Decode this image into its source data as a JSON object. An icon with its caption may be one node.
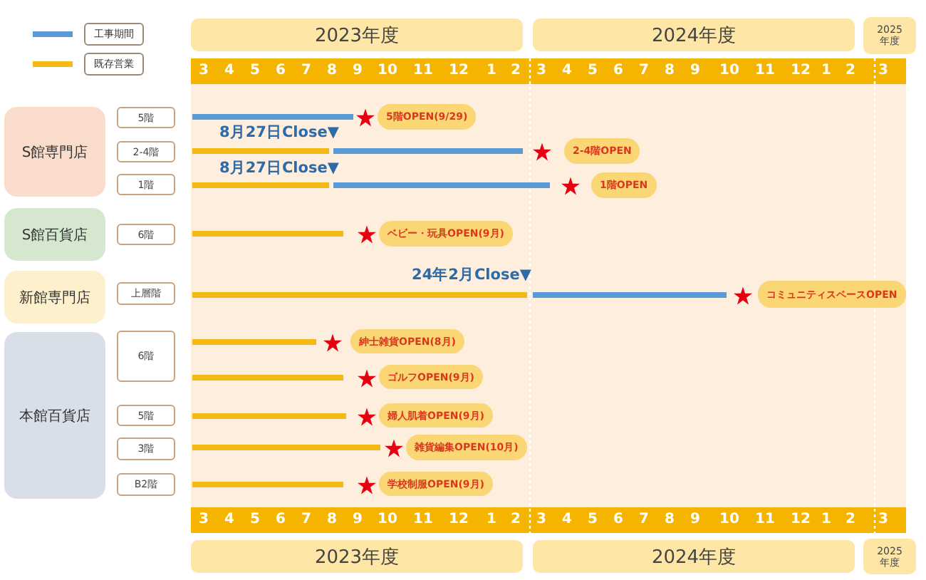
{
  "diagram": {
    "nodes": [
      {
        "text": [
          "2023年度"
        ]
      },
      {
        "text": [
          "2024年度"
        ]
      },
      {
        "text": [
          "2025年度"
        ]
      },
      {
        "text": [
          "S館専門店"
        ]
      },
      {
        "text": [
          "5階"
        ]
      },
      {
        "text": [
          "5階OPEN(9/29)"
        ]
      },
      {
        "text": [
          "2-4階"
        ]
      },
      {
        "text": [
          "2-4階OPEN"
        ]
      },
      {
        "text": [
          "1階"
        ]
      },
      {
        "text": [
          "1階OPEN"
        ]
      },
      {
        "text": [
          "S館百貨店"
        ]
      },
      {
        "text": [
          "6階"
        ]
      },
      {
        "text": [
          "ベビー・玩具OPEN(9月)"
        ]
      },
      {
        "text": [
          "新館専門店"
        ]
      },
      {
        "text": [
          "上層階"
        ]
      },
      {
        "text": [
          "コミュニティスペースOPEN"
        ]
      },
      {
        "text": [
          "本館百貨店"
        ]
      },
      {
        "text": [
          "6階"
        ]
      },
      {
        "text": [
          "紳士雑貨OPEN(8月)"
        ]
      },
      {
        "text": [
          "ゴルフOPEN(9月)"
        ]
      },
      {
        "text": [
          "5階"
        ]
      },
      {
        "text": [
          "婦人肌着OPEN(9月)"
        ]
      },
      {
        "text": [
          "3階"
        ]
      },
      {
        "text": [
          "雑貨編集OPEN(10月)"
        ]
      },
      {
        "text": [
          "B2階"
        ]
      },
      {
        "text": [
          "学校制服OPEN(9月)"
        ]
      },
      {
        "text": [
          "2023年度"
        ]
      },
      {
        "text": [
          "2024年度"
        ]
      },
      {
        "text": [
          "2025年度"
        ]
      }
    ],
    "labels": [
      "3",
      "4",
      "5",
      "6",
      "7",
      "8",
      "9",
      "10",
      "11",
      "12",
      "1",
      "2",
      "3",
      "4",
      "5",
      "6",
      "7",
      "8",
      "9",
      "10",
      "11",
      "12",
      "1",
      "2",
      "3",
      "8月27日Close▼",
      "8月27日Close▼",
      "24年2月Close▼",
      "3",
      "4",
      "5",
      "6",
      "7",
      "8",
      "9",
      "10",
      "11",
      "12",
      "1",
      "2",
      "3",
      "4",
      "5",
      "6",
      "7",
      "8",
      "9",
      "10",
      "11",
      "12",
      "1",
      "2",
      "3"
    ],
    "legend": [
      {
        "text": "工事期間",
        "color": "#5b9bd5"
      },
      {
        "text": "既存営業",
        "color": "#f5b914"
      }
    ]
  }
}
